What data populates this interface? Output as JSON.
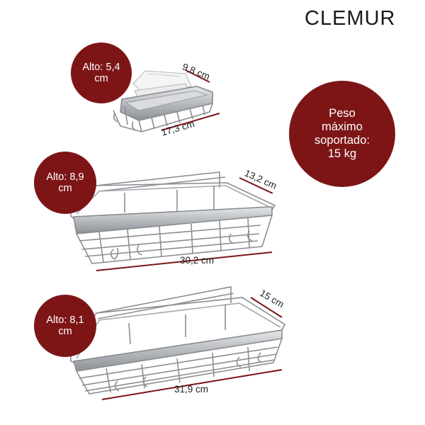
{
  "brand": {
    "name": "CLEMUR"
  },
  "colors": {
    "accent": "#7d1517",
    "metal": "#b9bcc0",
    "metal_dark": "#7e8287",
    "dim_line": "#7d1517"
  },
  "badge": {
    "line1": "Peso",
    "line2": "máximo",
    "line3": "soportado:",
    "line4": "15 kg"
  },
  "small_rack": {
    "height_l1": "Alto: 5,4",
    "height_l2": "cm",
    "depth": "9,8 cm",
    "width": "17,3 cm"
  },
  "medium_rack": {
    "height_l1": "Alto: 8,9",
    "height_l2": "cm",
    "depth": "13,2 cm",
    "width": "30,2 cm"
  },
  "large_rack": {
    "height_l1": "Alto: 8,1",
    "height_l2": "cm",
    "depth": "15 cm",
    "width": "31,9 cm"
  }
}
